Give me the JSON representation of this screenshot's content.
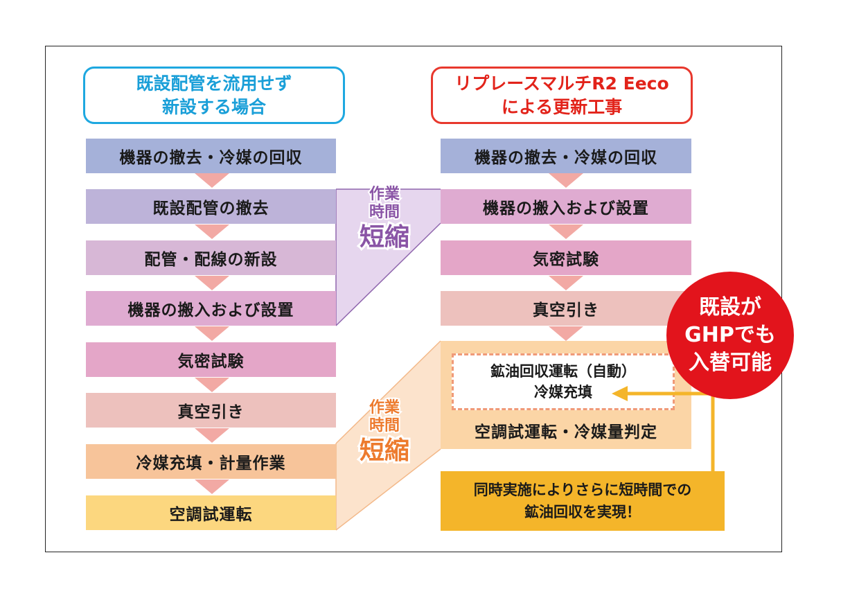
{
  "left_header": "既設配管を流用せず\n新設する場合",
  "right_header": "リプレースマルチR2 Eeco\nによる更新工事",
  "left_steps": [
    {
      "label": "機器の撤去・冷媒の回収",
      "color": "#a5b1d9"
    },
    {
      "label": "既設配管の撤去",
      "color": "#bdb3d9"
    },
    {
      "label": "配管・配線の新設",
      "color": "#d7b7d6"
    },
    {
      "label": "機器の搬入および設置",
      "color": "#dfabd1"
    },
    {
      "label": "気密試験",
      "color": "#e4a6c8"
    },
    {
      "label": "真空引き",
      "color": "#edc1bd"
    },
    {
      "label": "冷媒充填・計量作業",
      "color": "#f7c49a"
    },
    {
      "label": "空調試運転",
      "color": "#fcd77f"
    }
  ],
  "right_steps": [
    {
      "label": "機器の撤去・冷媒の回収",
      "color": "#a5b1d9"
    },
    {
      "label": "機器の搬入および設置",
      "color": "#dfabd1"
    },
    {
      "label": "気密試験",
      "color": "#e4a6c8"
    },
    {
      "label": "真空引き",
      "color": "#edc1bd"
    }
  ],
  "combined_step": {
    "line1": "鉱油回収運転（自動）",
    "line2": "冷媒充填",
    "bottom": "空調試運転・冷媒量判定",
    "color": "#fbd5a6"
  },
  "note": "同時実施によりさらに短時間での\n鉱油回収を実現！",
  "badge": "既設が\nGHPでも\n入替可能",
  "shortening_1": {
    "small1": "作業",
    "small2": "時間",
    "big": "短縮",
    "color": "#8a55a6"
  },
  "shortening_2": {
    "small1": "作業",
    "small2": "時間",
    "big": "短縮",
    "color": "#ed7b2e"
  },
  "colors": {
    "arrow": "#f2a9a4",
    "band_purple": "#e6d6ee",
    "band_purple_line": "#8f66ad",
    "band_orange": "#fce3cc",
    "band_orange_line": "#f3b98a",
    "connector": "#f4b52a"
  }
}
